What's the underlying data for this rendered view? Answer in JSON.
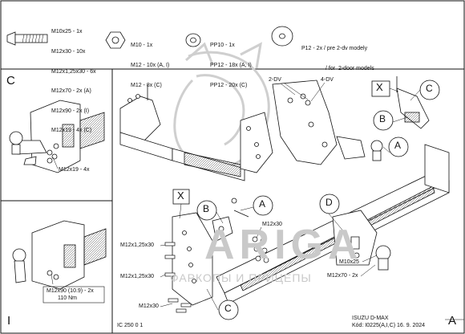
{
  "legend": {
    "bolts": [
      "M10x25 - 1x",
      "M12x30 - 10x",
      "M12x1,25x30 - 6x",
      "M12x70 - 2x (A)",
      "M12x90 - 2x (I)",
      "M12x19 - 4x (C)"
    ],
    "nuts": [
      "M10 - 1x",
      "M12 - 10x (A, I)",
      "M12 - 8x (C)"
    ],
    "washers_small": [
      "PP10 - 1x",
      "PP12 - 18x (A, I)",
      "PP12 - 20x (C)"
    ],
    "washer_large": [
      "P12 - 2x / pre 2-dv modely",
      "/ for  2-door models"
    ]
  },
  "panels": {
    "c_letter": "C",
    "c_label": "M12x19 - 4x",
    "i_letter": "I",
    "i_label_1": "M12x90 (10.9) - 2x",
    "i_label_2": "110 Nm",
    "a_letter": "A"
  },
  "main": {
    "label_2dv": "2-DV",
    "label_4dv": "4-DV",
    "x_top": "X",
    "c_top": "C",
    "b_top": "B",
    "a_top": "A",
    "x_bottom": "X",
    "b_bottom": "B",
    "a_bottom": "A",
    "c_bottom": "C",
    "d_label": "D",
    "m12x30_right": "M12x30",
    "m12x125_1": "M12x1,25x30",
    "m12x125_2": "M12x1,25x30",
    "m12x30_bottom": "M12x30",
    "m10x25": "M10x25",
    "m12x70": "M12x70 - 2x"
  },
  "watermark": {
    "brand": "ARIGA",
    "sub": "ФАРКОПЫ И ПРИЦЕПЫ"
  },
  "footer": {
    "code_left": "IC 250 0 1",
    "model": "ISUZU D-MAX",
    "code_right": "Kód: I0225(A,I,C)  16. 9. 2024"
  }
}
